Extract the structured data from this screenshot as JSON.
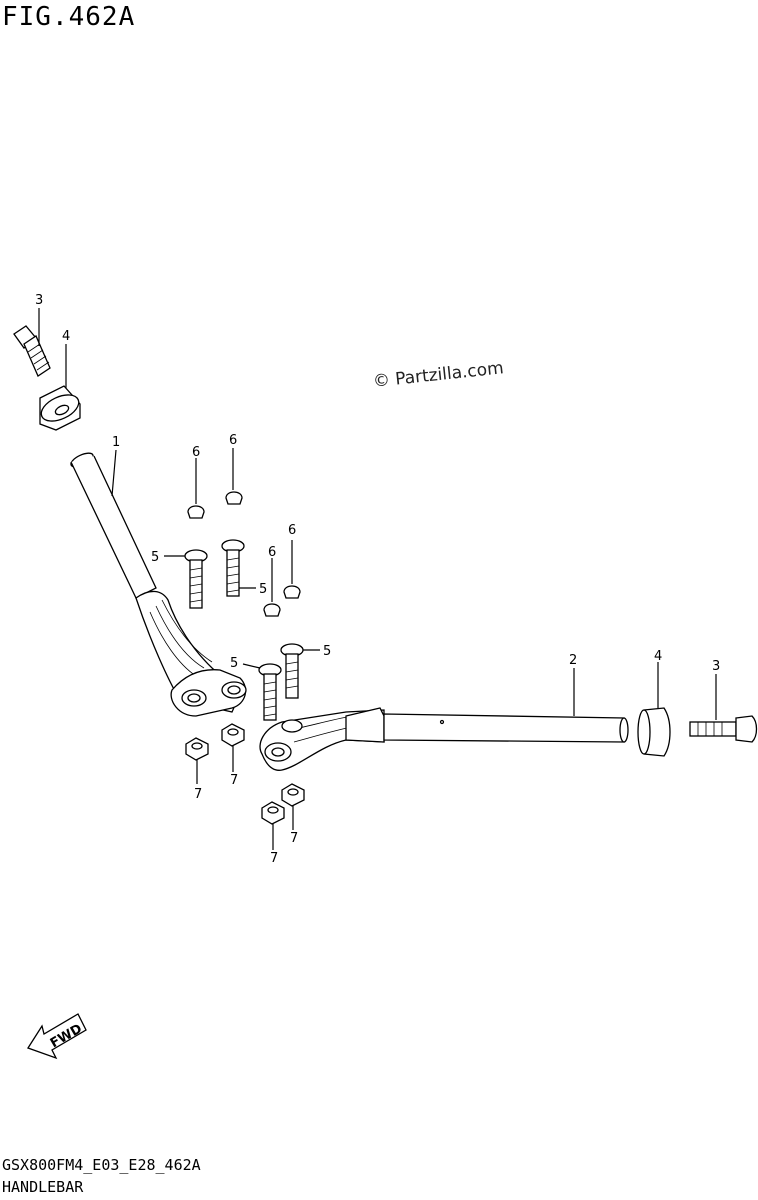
{
  "figure": {
    "title": "FIG.462A",
    "watermark": "© Partzilla.com",
    "model_code": "GSX800FM4_E03_E28_462A",
    "section_name": "HANDLEBAR",
    "fwd_label": "FWD"
  },
  "callouts": [
    {
      "id": "c-3a",
      "label": "3"
    },
    {
      "id": "c-4a",
      "label": "4"
    },
    {
      "id": "c-1",
      "label": "1"
    },
    {
      "id": "c-6a",
      "label": "6"
    },
    {
      "id": "c-6b",
      "label": "6"
    },
    {
      "id": "c-6c",
      "label": "6"
    },
    {
      "id": "c-6d",
      "label": "6"
    },
    {
      "id": "c-5a",
      "label": "5"
    },
    {
      "id": "c-5b",
      "label": "5"
    },
    {
      "id": "c-5c",
      "label": "5"
    },
    {
      "id": "c-5d",
      "label": "5"
    },
    {
      "id": "c-2",
      "label": "2"
    },
    {
      "id": "c-4b",
      "label": "4"
    },
    {
      "id": "c-3b",
      "label": "3"
    },
    {
      "id": "c-7a",
      "label": "7"
    },
    {
      "id": "c-7b",
      "label": "7"
    },
    {
      "id": "c-7c",
      "label": "7"
    },
    {
      "id": "c-7d",
      "label": "7"
    }
  ]
}
